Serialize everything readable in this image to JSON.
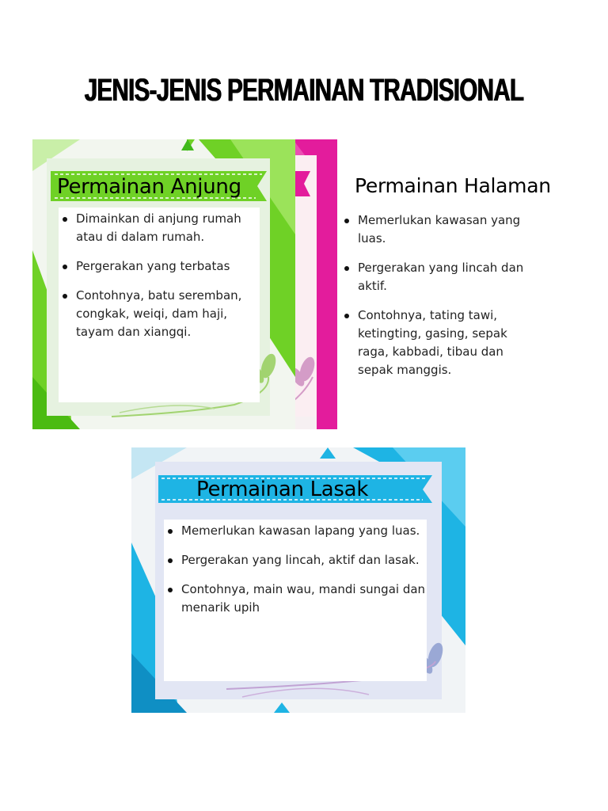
{
  "title": "JENIS-JENIS PERMAINAN TRADISIONAL",
  "anjung": {
    "heading": "Permainan Anjung",
    "items": [
      "Dimainkan di anjung rumah atau di dalam rumah.",
      "Pergerakan yang terbatas",
      "Contohnya, batu seremban, congkak, weiqi, dam haji, tayam dan xiangqi."
    ],
    "accent": "#6fd126"
  },
  "halaman": {
    "heading": "Permainan Halaman",
    "items": [
      "Memerlukan kawasan yang luas.",
      "Pergerakan yang lincah dan aktif.",
      "Contohnya, tating tawi, ketingting, gasing, sepak raga, kabbadi, tibau dan sepak manggis."
    ],
    "accent": "#e31c9c"
  },
  "lasak": {
    "heading": "Permainan Lasak",
    "items": [
      "Memerlukan kawasan lapang yang luas.",
      "Pergerakan yang lincah, aktif dan lasak.",
      "Contohnya, main wau, mandi sungai dan menarik upih"
    ],
    "accent": "#1eb4e4"
  }
}
